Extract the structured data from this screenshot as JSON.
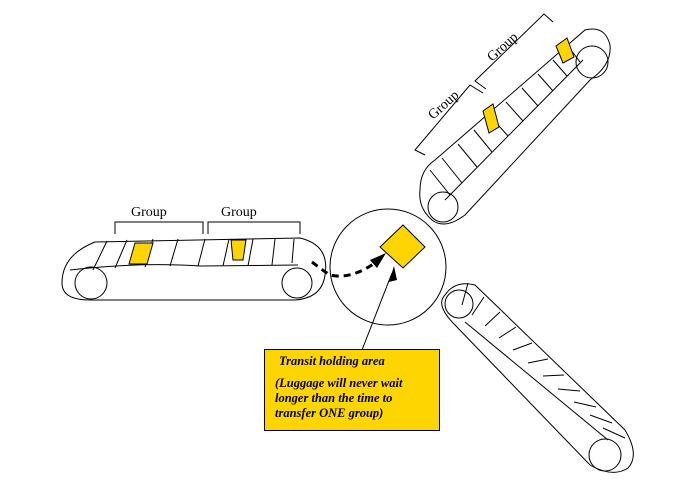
{
  "diagram": {
    "group_labels": [
      "Group",
      "Group",
      "Group",
      "Group"
    ],
    "note": {
      "title": "Transit holding area",
      "lines": [
        "(Luggage will never wait",
        "longer than the time to",
        "transfer ONE group)"
      ]
    }
  },
  "colors": {
    "luggage": "#ffd500",
    "stroke": "#000000",
    "background": "#ffffff"
  }
}
